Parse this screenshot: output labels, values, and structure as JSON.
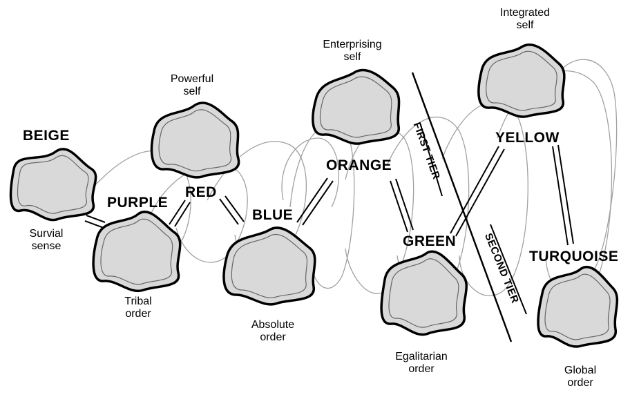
{
  "stages": {
    "beige": {
      "name": "BEIGE",
      "caption1": "Survial",
      "caption2": "sense"
    },
    "purple": {
      "name": "PURPLE",
      "caption1": "Tribal",
      "caption2": "order"
    },
    "red": {
      "name": "RED",
      "caption1": "Powerful",
      "caption2": "self"
    },
    "blue": {
      "name": "BLUE",
      "caption1": "Absolute",
      "caption2": "order"
    },
    "orange": {
      "name": "ORANGE",
      "caption1": "Enterprising",
      "caption2": "self"
    },
    "green": {
      "name": "GREEN",
      "caption1": "Egalitarian",
      "caption2": "order"
    },
    "yellow": {
      "name": "YELLOW",
      "caption1": "Integrated",
      "caption2": "self"
    },
    "turquoise": {
      "name": "TURQUOISE",
      "caption1": "Global",
      "caption2": "order"
    }
  },
  "tiers": {
    "first": "FIRST TIER",
    "second": "SECOND TIER"
  },
  "colors": {
    "ink": "#000000",
    "blob_fill": "#d9d9d9",
    "loop_line": "#a0a0a0"
  }
}
